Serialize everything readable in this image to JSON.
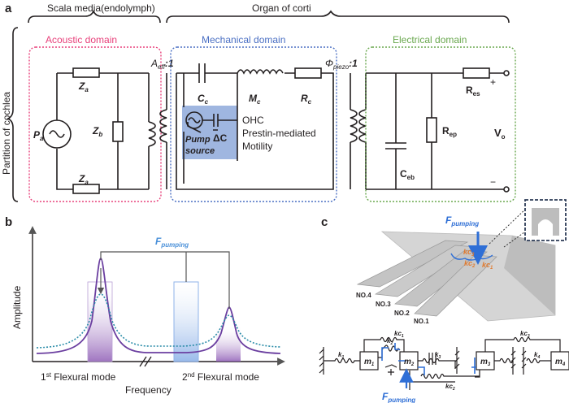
{
  "panel_a": {
    "label": "a",
    "header_left": "Scala media(endolymph)",
    "header_right": "Organ of corti",
    "side_label": "Partition of cochlea",
    "acoustic": {
      "title": "Acoustic domain",
      "color": "#e8417b",
      "Za_top": "Z",
      "Za_bottom": "Z",
      "Za_sub": "a",
      "Zb": "Z",
      "Zb_sub": "b",
      "Pa": "P",
      "Pa_sub": "a"
    },
    "ratio1": {
      "sym": "A",
      "sub": "eff",
      "suffix": ":1"
    },
    "mechanical": {
      "title": "Mechanical domain",
      "color": "#4a6fc3",
      "Cc": "C",
      "Cc_sub": "c",
      "Mc": "M",
      "Mc_sub": "c",
      "Rc": "R",
      "Rc_sub": "c",
      "delta_c": "ΔC",
      "pump_source_line1": "Pump",
      "pump_source_line2": "source",
      "ohc_line1": "OHC",
      "ohc_line2": "Prestin-mediated",
      "ohc_line3": "Motility",
      "pump_box_color": "#9fb6e0"
    },
    "ratio2": {
      "sym": "Φ",
      "sub": "piezo",
      "suffix": ":1"
    },
    "electrical": {
      "title": "Electrical domain",
      "color": "#6aa84f",
      "Res": "R",
      "Res_sub": "es",
      "Ceb": "C",
      "Ceb_sub": "eb",
      "Rep": "R",
      "Rep_sub": "ep",
      "Vo": "V",
      "Vo_sub": "o",
      "plus": "+",
      "minus": "−"
    }
  },
  "panel_b": {
    "label": "b",
    "ylabel": "Amplitude",
    "xlabel": "Frequency",
    "pumping_label": "F",
    "pumping_sub": "pumping",
    "pumping_color": "#4a90d9",
    "mode1": {
      "prefix": "1",
      "sup": "st",
      "text": " Flexural mode"
    },
    "mode2": {
      "prefix": "2",
      "sup": "nd",
      "text": " Flexural mode"
    },
    "purple": "#6b3fa0",
    "teal": "#2a8ca8"
  },
  "panel_c": {
    "label": "c",
    "pumping_label": "F",
    "pumping_sub": "pumping",
    "arrow_color": "#2f6fd6",
    "kc_color": "#e07a2e",
    "kc_labels": [
      "kc",
      "kc",
      "kc"
    ],
    "kc_subs": [
      "3",
      "2",
      "1"
    ],
    "beam_labels": [
      "NO.4",
      "NO.3",
      "NO.2",
      "NO.1"
    ],
    "spring_labels": [
      "k",
      "k",
      "k",
      "k"
    ],
    "spring_subs": [
      "1",
      "2",
      "3",
      "4"
    ],
    "coupling_labels": [
      "kc",
      "kc",
      "kc"
    ],
    "coupling_subs": [
      "1",
      "2",
      "3"
    ],
    "masses": [
      "m",
      "m",
      "m",
      "m"
    ],
    "mass_subs": [
      "1",
      "2",
      "3",
      "4"
    ],
    "bottom_pumping": "F",
    "bottom_pumping_sub": "pumping"
  }
}
